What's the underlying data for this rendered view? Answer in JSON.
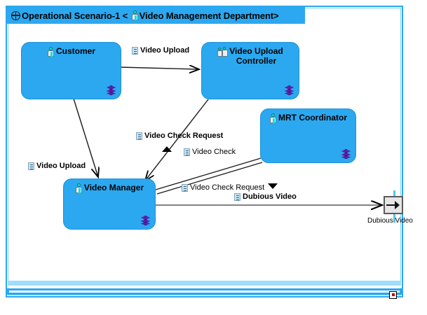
{
  "window": {
    "title_prefix": "Operational Scenario-1 < ",
    "title_main": "Video Management Department",
    "title_suffix": ">",
    "scenario_icon": "operational-scenario-icon",
    "actor_icon": "actor-icon",
    "frame_color": "#2BA8F0",
    "node_fill": "#2BA8F0"
  },
  "nodes": [
    {
      "id": "customer",
      "label": "Customer",
      "icon": "actor-icon",
      "corner_icon": "stacked-diamond-icon"
    },
    {
      "id": "vuc",
      "label": "Video Upload\nController",
      "line1": "Video Upload",
      "line2": "Controller",
      "icon": "multi-actor-icon",
      "corner_icon": "stacked-diamond-icon"
    },
    {
      "id": "mrt",
      "label": "MRT Coordinator",
      "icon": "actor-icon",
      "corner_icon": "stacked-diamond-icon"
    },
    {
      "id": "vm",
      "label": "Video Manager",
      "icon": "actor-icon",
      "corner_icon": "stacked-diamond-icon"
    }
  ],
  "edge_labels": [
    {
      "id": "e1",
      "text": "Video Upload",
      "icon": "item-flow-icon"
    },
    {
      "id": "e2",
      "text": "Video Upload",
      "icon": "item-flow-icon"
    },
    {
      "id": "e3",
      "text": "Video Check Request",
      "icon": "item-flow-icon"
    },
    {
      "id": "e4",
      "text": "Video Check",
      "icon": "item-flow-icon"
    },
    {
      "id": "e5",
      "text": "Video Check Request",
      "icon": "item-flow-icon"
    },
    {
      "id": "e6",
      "text": "Dubious Video",
      "icon": "item-flow-icon"
    }
  ],
  "port": {
    "label": "Dubious Video",
    "icon": "output-port-arrow-icon"
  },
  "handle": {
    "name": "resize-handle"
  }
}
